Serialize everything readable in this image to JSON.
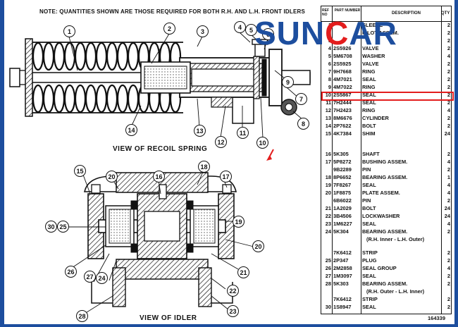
{
  "note": "NOTE: QUANTITIES SHOWN ARE THOSE REQUIRED FOR BOTH R.H. AND L.H. FRONT IDLERS",
  "view_labels": {
    "recoil": "VIEW OF RECOIL SPRING",
    "idler": "VIEW OF IDLER"
  },
  "logo": {
    "part1": "SUN",
    "part2": "C",
    "part3": "AR",
    "tagline": ""
  },
  "table_headers": {
    "ref": "REF NO",
    "part": "PART NUMBER",
    "desc": "DESCRIPTION",
    "qty": "QTY"
  },
  "parts": [
    {
      "ref": "1",
      "pn": "",
      "desc": "SLEEVE",
      "qty": "2"
    },
    {
      "ref": "2",
      "pn": "",
      "desc": "PILOT ASSEM.",
      "qty": "2"
    },
    {
      "ref": "3",
      "pn": "",
      "desc": "",
      "qty": "2"
    },
    {
      "ref": "4",
      "pn": "2S5926",
      "desc": "VALVE",
      "qty": "2"
    },
    {
      "ref": "5",
      "pn": "5M6708",
      "desc": "WASHER",
      "qty": "4"
    },
    {
      "ref": "6",
      "pn": "2S5925",
      "desc": "VALVE",
      "qty": "2"
    },
    {
      "ref": "7",
      "pn": "9H7668",
      "desc": "RING",
      "qty": "2"
    },
    {
      "ref": "8",
      "pn": "4M7021",
      "desc": "SEAL",
      "qty": "2"
    },
    {
      "ref": "9",
      "pn": "4M7022",
      "desc": "RING",
      "qty": "2"
    },
    {
      "ref": "10",
      "pn": "2S5867",
      "desc": "SEAL",
      "qty": "2"
    },
    {
      "ref": "11",
      "pn": "7H2444",
      "desc": "SEAL",
      "qty": "2"
    },
    {
      "ref": "12",
      "pn": "7H2423",
      "desc": "RING",
      "qty": "4"
    },
    {
      "ref": "13",
      "pn": "8M6676",
      "desc": "CYLINDER",
      "qty": "2"
    },
    {
      "ref": "14",
      "pn": "2P7622",
      "desc": "BOLT",
      "qty": "2"
    },
    {
      "ref": "15",
      "pn": "4K7384",
      "desc": "SHIM",
      "qty": "24"
    },
    {
      "ref": "16",
      "pn": "5K305",
      "desc": "SHAFT",
      "qty": "2"
    },
    {
      "ref": "17",
      "pn": "5P8272",
      "desc": "BUSHING ASSEM.",
      "qty": "4"
    },
    {
      "ref": "",
      "pn": "9B2289",
      "desc": "PIN",
      "qty": "2"
    },
    {
      "ref": "18",
      "pn": "8P6652",
      "desc": "BEARING ASSEM.",
      "qty": "1"
    },
    {
      "ref": "19",
      "pn": "7F8267",
      "desc": "SEAL",
      "qty": "4"
    },
    {
      "ref": "20",
      "pn": "1F8875",
      "desc": "PLATE ASSEM.",
      "qty": "4"
    },
    {
      "ref": "",
      "pn": "6B6022",
      "desc": "PIN",
      "qty": "2"
    },
    {
      "ref": "21",
      "pn": "1A2029",
      "desc": "BOLT",
      "qty": "24"
    },
    {
      "ref": "22",
      "pn": "3B4506",
      "desc": "LOCKWASHER",
      "qty": "24"
    },
    {
      "ref": "23",
      "pn": "1M6227",
      "desc": "SEAL",
      "qty": "4"
    },
    {
      "ref": "24",
      "pn": "5K304",
      "desc": "BEARING ASSEM.",
      "qty": "2"
    },
    {
      "ref": "",
      "pn": "",
      "desc": "(R.H. Inner - L.H. Outer)",
      "qty": ""
    },
    {
      "ref": "",
      "pn": "7K6412",
      "desc": "STRIP",
      "qty": "2"
    },
    {
      "ref": "25",
      "pn": "2P347",
      "desc": "PLUG",
      "qty": "2"
    },
    {
      "ref": "26",
      "pn": "2M2858",
      "desc": "SEAL GROUP",
      "qty": "4"
    },
    {
      "ref": "27",
      "pn": "1M3097",
      "desc": "SEAL",
      "qty": "2"
    },
    {
      "ref": "28",
      "pn": "5K303",
      "desc": "BEARING ASSEM.",
      "qty": "2"
    },
    {
      "ref": "",
      "pn": "",
      "desc": "(R.H. Outer - L.H. Inner)",
      "qty": ""
    },
    {
      "ref": "",
      "pn": "7K6412",
      "desc": "STRIP",
      "qty": "2"
    },
    {
      "ref": "30",
      "pn": "1S8947",
      "desc": "SEAL",
      "qty": "2"
    }
  ],
  "callouts": [
    "1",
    "2",
    "3",
    "4",
    "5",
    "6",
    "7",
    "8",
    "9",
    "10",
    "11",
    "12",
    "13",
    "14",
    "15",
    "16",
    "17",
    "18",
    "19",
    "20",
    "21",
    "22",
    "23",
    "24",
    "25",
    "26",
    "27",
    "28",
    "30"
  ],
  "doc_number": "164339",
  "colors": {
    "highlight": "#e31d1d",
    "brand_blue": "#1d4e9e",
    "ink": "#111111"
  }
}
